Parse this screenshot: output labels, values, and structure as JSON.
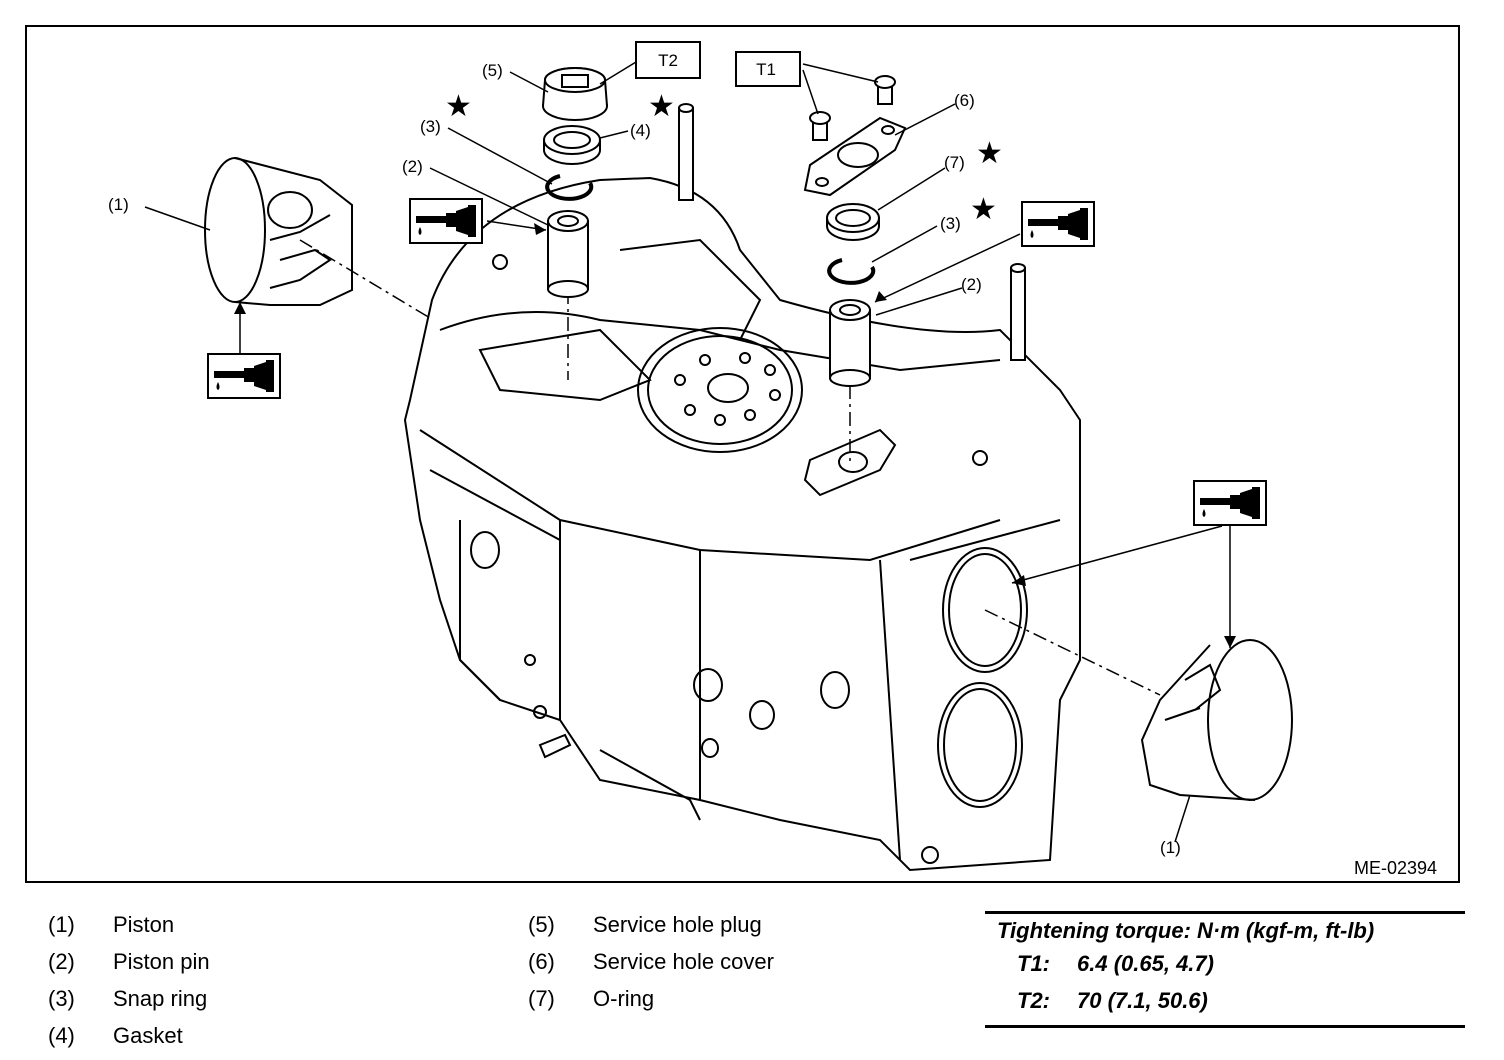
{
  "figure": {
    "id_label": "ME-02394",
    "callouts": {
      "piston_left": "(1)",
      "piston_right": "(1)",
      "pin_left": "(2)",
      "pin_right": "(2)",
      "snap_left": "(3)",
      "snap_right": "(3)",
      "gasket": "(4)",
      "plug": "(5)",
      "cover": "(6)",
      "oring": "(7)"
    },
    "torque_boxes": {
      "t1": "T1",
      "t2": "T2"
    },
    "star_symbol": "★",
    "icon": "oil-can-icon"
  },
  "legend": {
    "col1": [
      {
        "num": "(1)",
        "label": "Piston"
      },
      {
        "num": "(2)",
        "label": "Piston pin"
      },
      {
        "num": "(3)",
        "label": "Snap ring"
      },
      {
        "num": "(4)",
        "label": "Gasket"
      }
    ],
    "col2": [
      {
        "num": "(5)",
        "label": "Service hole plug"
      },
      {
        "num": "(6)",
        "label": "Service hole cover"
      },
      {
        "num": "(7)",
        "label": "O-ring"
      }
    ]
  },
  "torque": {
    "title": "Tightening torque: N·m (kgf-m, ft-lb)",
    "rows": [
      {
        "code": "T1:",
        "value": "6.4 (0.65, 4.7)"
      },
      {
        "code": "T2:",
        "value": "70 (7.1, 50.6)"
      }
    ]
  }
}
